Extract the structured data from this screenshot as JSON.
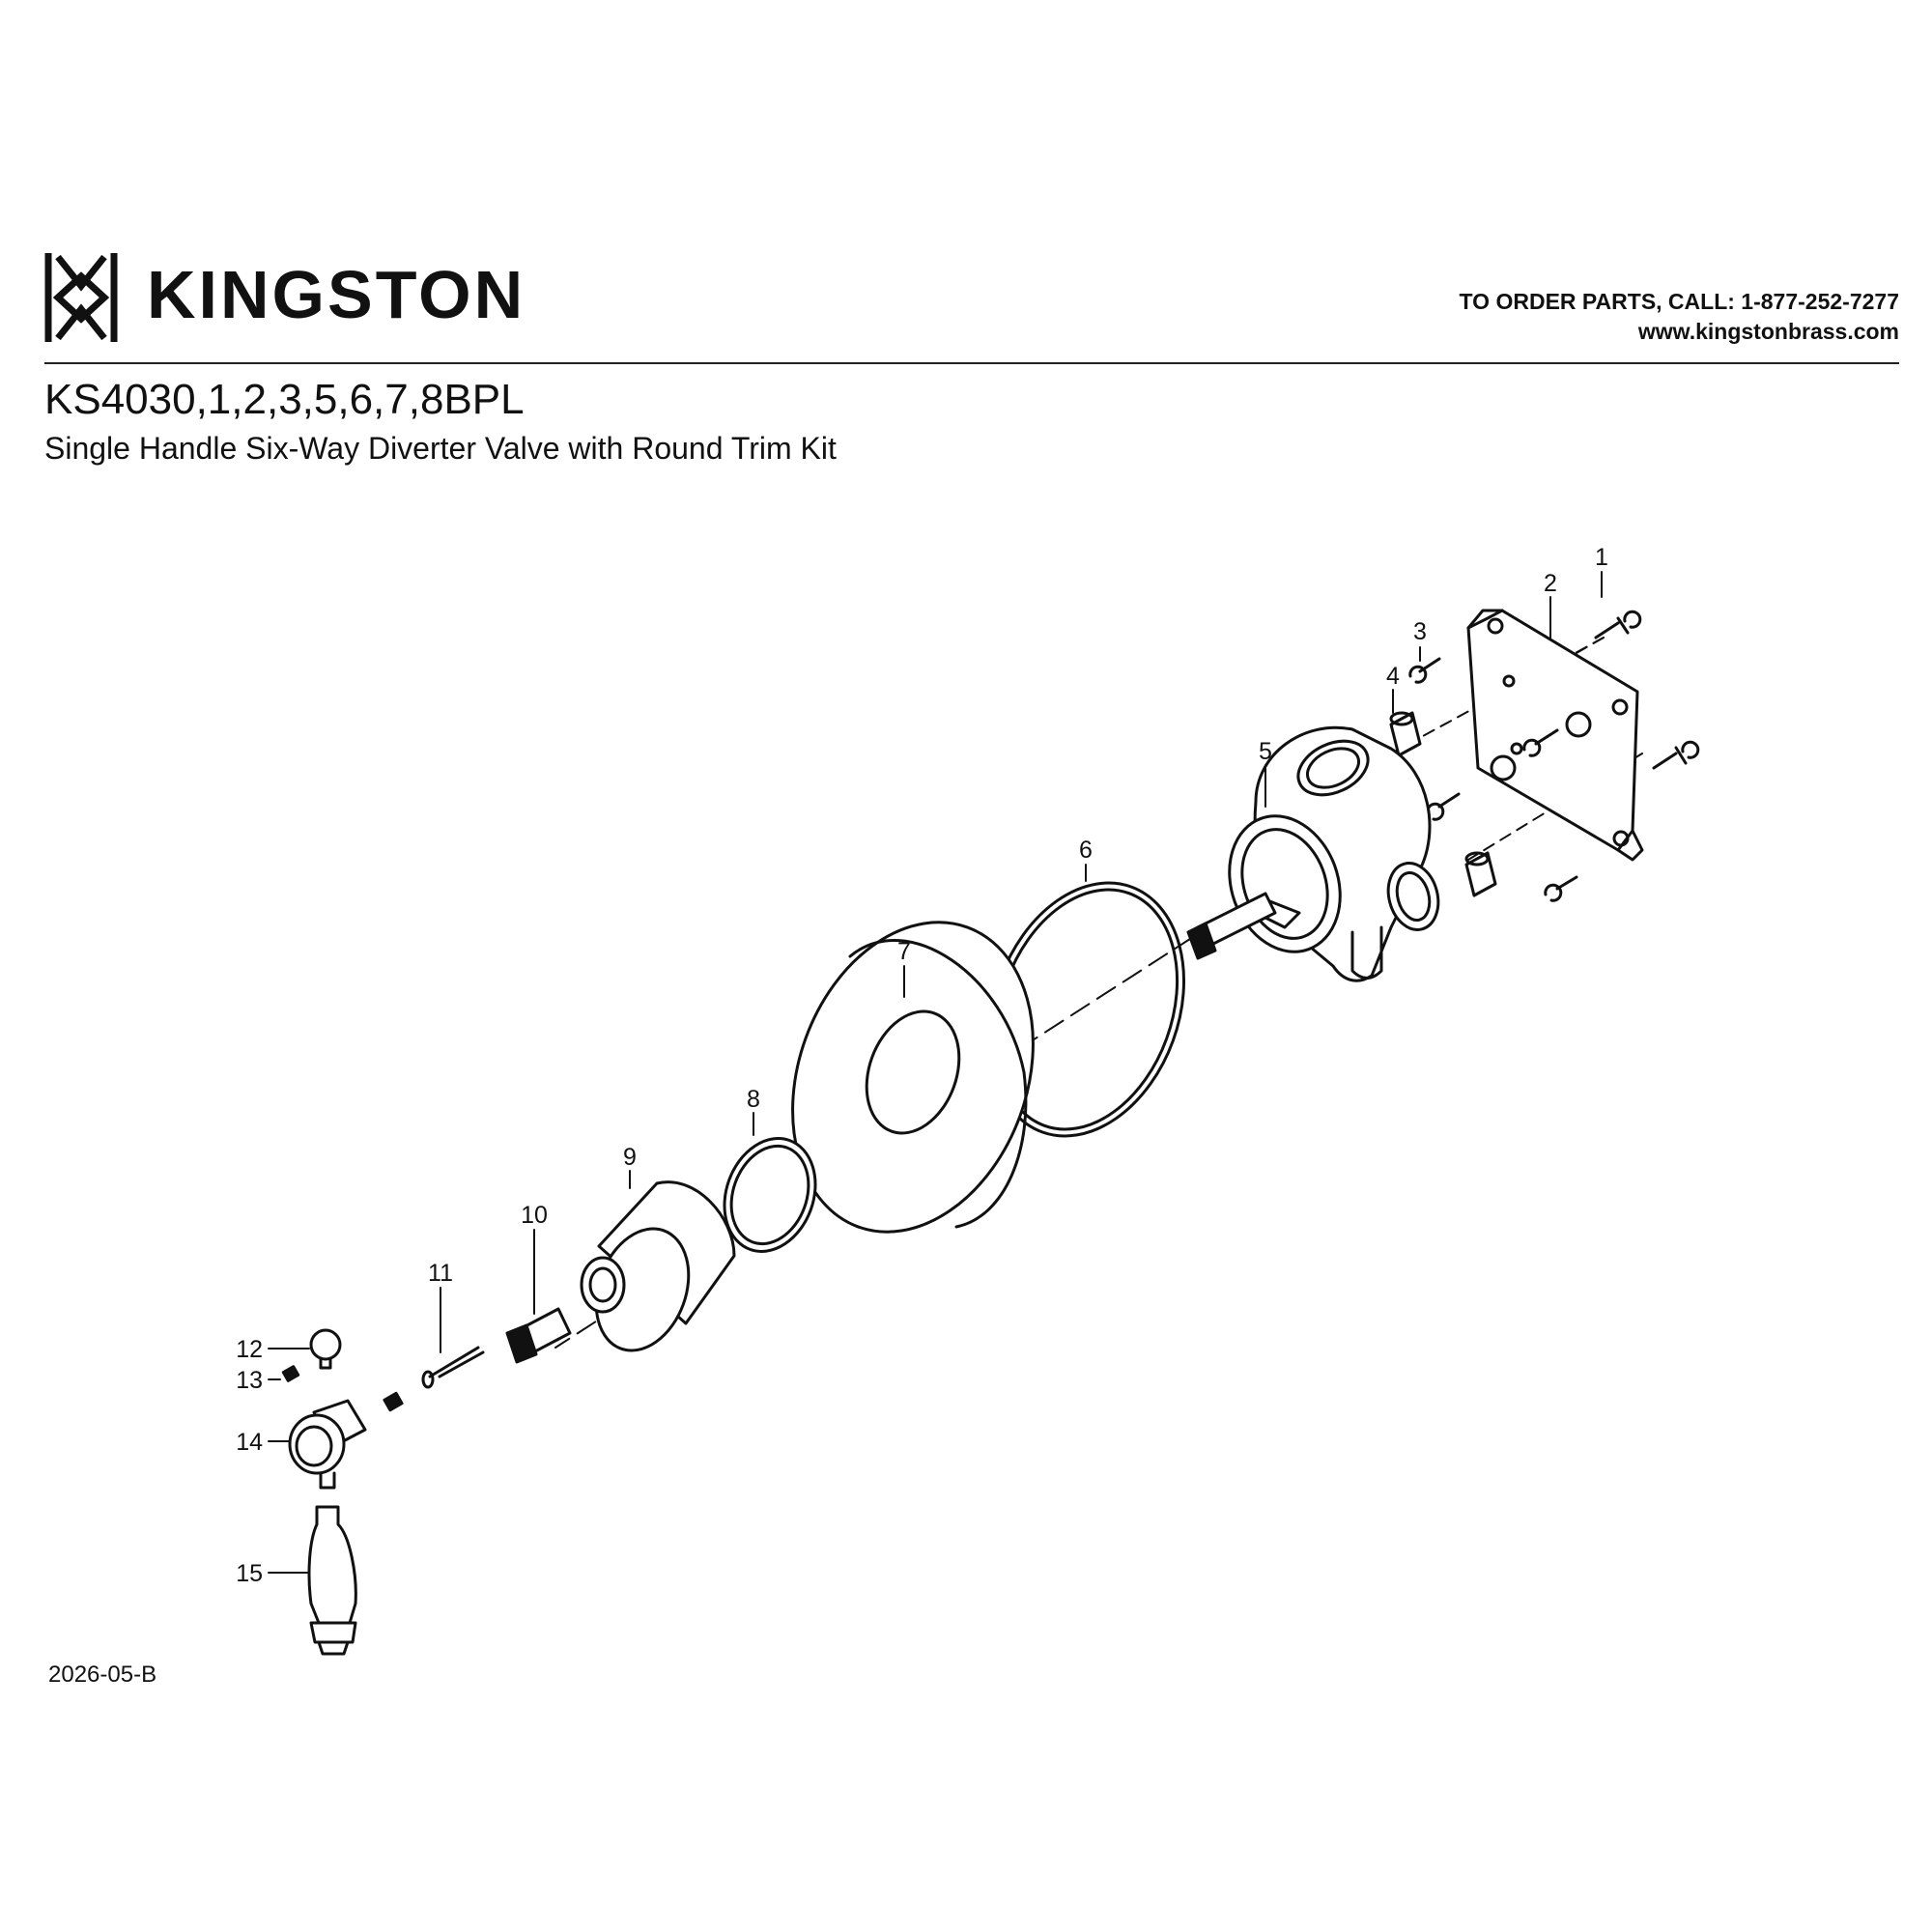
{
  "header": {
    "brand": "KINGSTON",
    "order_line": "TO ORDER PARTS, CALL: 1-877-252-7277",
    "website": "www.kingstonbrass.com"
  },
  "title": {
    "model": "KS4030,1,2,3,5,6,7,8BPL",
    "description": "Single Handle Six-Way Diverter Valve with Round Trim Kit"
  },
  "callouts": [
    "1",
    "2",
    "3",
    "4",
    "5",
    "6",
    "7",
    "8",
    "9",
    "10",
    "11",
    "12",
    "13",
    "14",
    "15"
  ],
  "doc_code": "2026-05-B",
  "colors": {
    "ink": "#111111",
    "paper": "#ffffff",
    "shade": "#d8d8d8"
  }
}
